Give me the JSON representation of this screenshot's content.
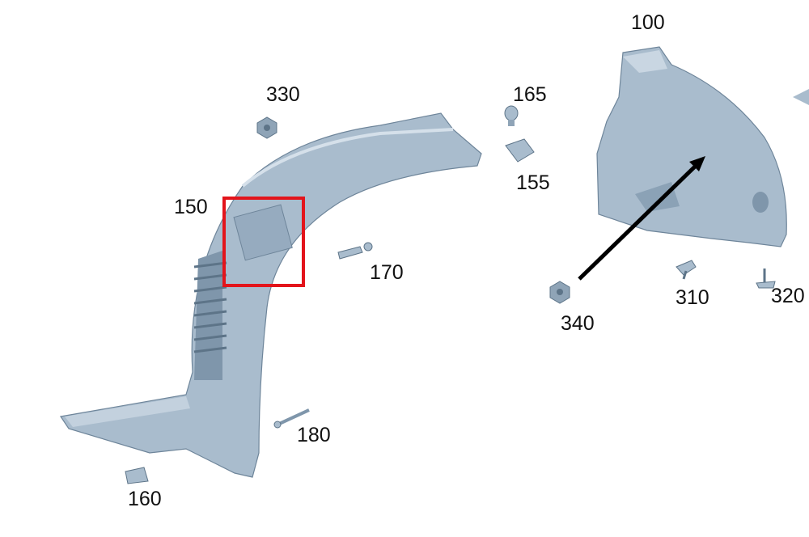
{
  "labels": {
    "p100": "100",
    "p330": "330",
    "p165": "165",
    "p155": "155",
    "p150": "150",
    "p170": "170",
    "p340": "340",
    "p310": "310",
    "p320": "320",
    "p180": "180",
    "p160": "160"
  },
  "colors": {
    "part_fill": "#a9bccd",
    "part_shade": "#7f96ab",
    "highlight": "#e3141b"
  }
}
